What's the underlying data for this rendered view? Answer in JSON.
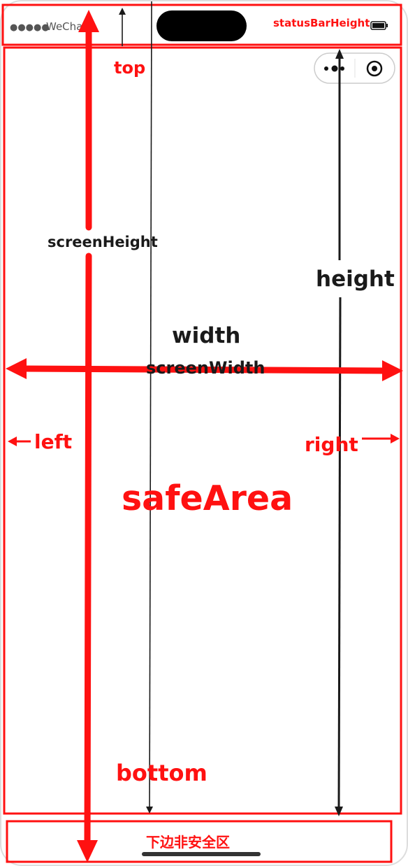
{
  "status_bar": {
    "signal_dots": "●●●●●",
    "carrier": "WeChat"
  },
  "labels": {
    "statusBarHeight": "statusBarHeight",
    "top": "top",
    "screenHeight": "screenHeight",
    "height": "height",
    "width": "width",
    "screenWidth": "screenWidth",
    "left": "left",
    "right": "right",
    "safeArea": "safeArea",
    "bottom": "bottom",
    "bottom_unsafe": "下边非安全区"
  },
  "colors": {
    "annotation_red": "#ff1111",
    "annotation_dark": "#1a1a1a",
    "notch": "#000000"
  },
  "icons": {
    "capsule_more": "more-dots-icon",
    "capsule_close": "target-close-icon",
    "battery": "battery-icon"
  }
}
